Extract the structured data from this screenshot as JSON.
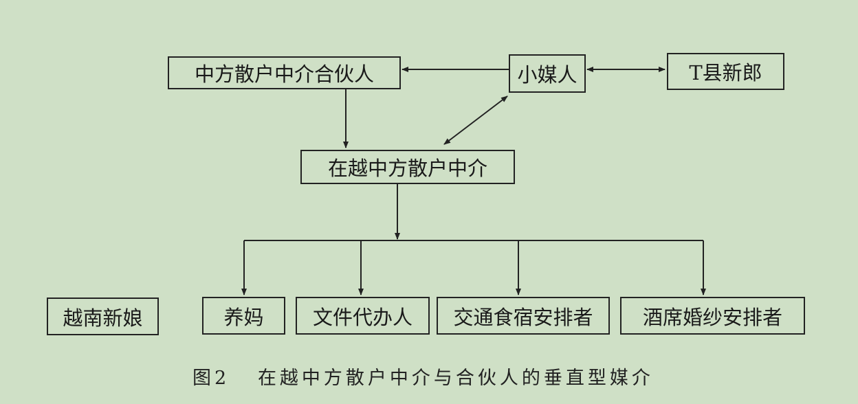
{
  "nodes": {
    "partner": "中方散户中介合伙人",
    "matchmaker": "小媒人",
    "groom": "T县新郎",
    "local_broker": "在越中方散户中介",
    "bride": "越南新娘",
    "foster_mother": "养妈",
    "document_agent": "文件代办人",
    "transport_lodging": "交通食宿安排者",
    "banquet_dress": "酒席婚纱安排者"
  },
  "caption": {
    "number": "图2",
    "title": "在越中方散户中介与合伙人的垂直型媒介"
  },
  "colors": {
    "background": "#cfe0c6",
    "line": "#222222"
  }
}
